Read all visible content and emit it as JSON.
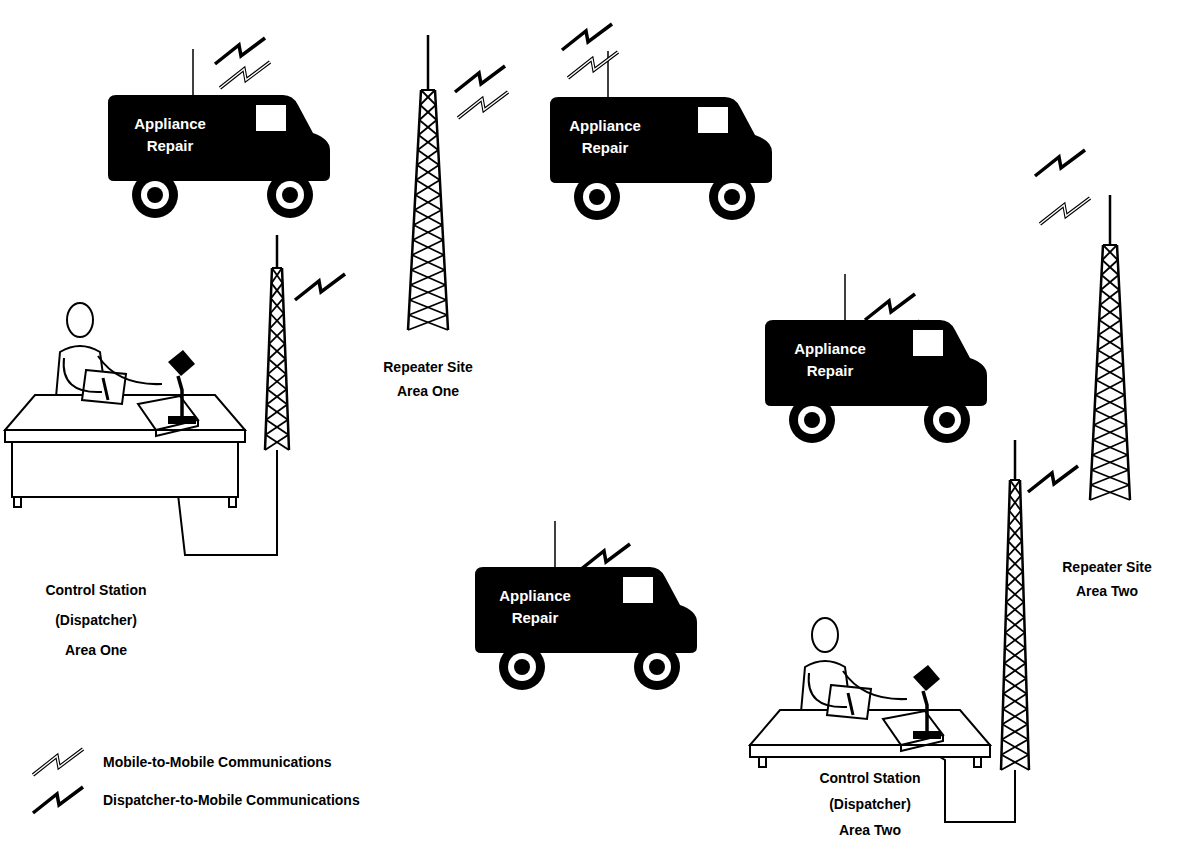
{
  "diagram": {
    "nodes": [
      {
        "text": [
          "Appliance Repair"
        ]
      },
      {
        "text": [
          "Repeater Site Area One"
        ]
      },
      {
        "text": [
          "Appliance Repair"
        ]
      },
      {
        "text": [
          "Control Station (Dispatcher) Area One"
        ]
      },
      {
        "text": [
          "Repeater Site Area Two"
        ]
      },
      {
        "text": [
          "Appliance Repair"
        ]
      },
      {
        "text": [
          "Appliance Repair"
        ]
      },
      {
        "text": [
          "Control Station (Dispatcher) Area Two"
        ]
      }
    ],
    "legend": [
      {
        "text": "Mobile-to-Mobile Communications"
      },
      {
        "text": "Dispatcher-to-Mobile Communications"
      }
    ]
  }
}
